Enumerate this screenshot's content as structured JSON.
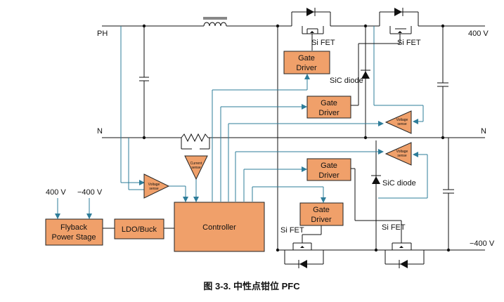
{
  "colors": {
    "block_fill": "#f0a06a",
    "signal_wire": "#2e7d9a",
    "power_wire": "#111111"
  },
  "labels": {
    "ph": "PH",
    "n_left": "N",
    "n_right": "N",
    "v400_out": "400 V",
    "vm400_out": "−400 V",
    "v400_in": "400 V",
    "vm400_in": "−400 V",
    "sifet_tl": "Si FET",
    "sifet_tr": "Si FET",
    "sifet_bl": "Si FET",
    "sifet_br": "Si FET",
    "sic_top": "SiC diode",
    "sic_bot": "SiC diode"
  },
  "blocks": {
    "gd1": [
      "Gate",
      "Driver"
    ],
    "gd2": [
      "Gate",
      "Driver"
    ],
    "gd3": [
      "Gate",
      "Driver"
    ],
    "gd4": [
      "Gate",
      "Driver"
    ],
    "controller": "Controller",
    "ldo": "LDO/Buck",
    "flyback": [
      "Flyback",
      "Power Stage"
    ]
  },
  "amps": {
    "voltage_sense": [
      "Voltage",
      "sense"
    ],
    "current_sense": [
      "Current",
      "sense"
    ],
    "vs_top": [
      "Voltage",
      "sense"
    ],
    "vs_bot": [
      "Voltage",
      "sense"
    ]
  },
  "caption": "图 3-3. 中性点钳位 PFC"
}
